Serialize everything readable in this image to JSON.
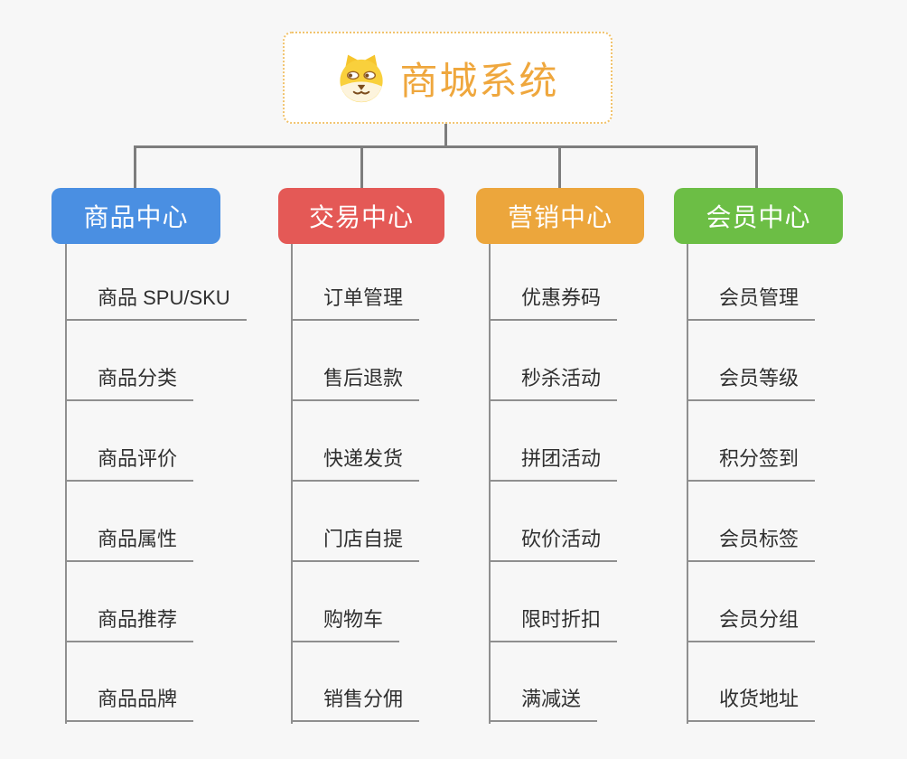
{
  "canvas": {
    "background": "#f7f7f7",
    "connector_color": "#7d7d7d"
  },
  "root": {
    "title": "商城系统",
    "icon": "shiba-dog-face",
    "title_color": "#efa73d",
    "border_color": "#f1c36d"
  },
  "branches": [
    {
      "label": "商品中心",
      "color": "#4a8fe2",
      "items": [
        "商品 SPU/SKU",
        "商品分类",
        "商品评价",
        "商品属性",
        "商品推荐",
        "商品品牌"
      ]
    },
    {
      "label": "交易中心",
      "color": "#e45956",
      "items": [
        "订单管理",
        "售后退款",
        "快递发货",
        "门店自提",
        "购物车",
        "销售分佣"
      ]
    },
    {
      "label": "营销中心",
      "color": "#eca63c",
      "items": [
        "优惠券码",
        "秒杀活动",
        "拼团活动",
        "砍价活动",
        "限时折扣",
        "满减送"
      ]
    },
    {
      "label": "会员中心",
      "color": "#6cbe45",
      "items": [
        "会员管理",
        "会员等级",
        "积分签到",
        "会员标签",
        "会员分组",
        "收货地址"
      ]
    }
  ]
}
